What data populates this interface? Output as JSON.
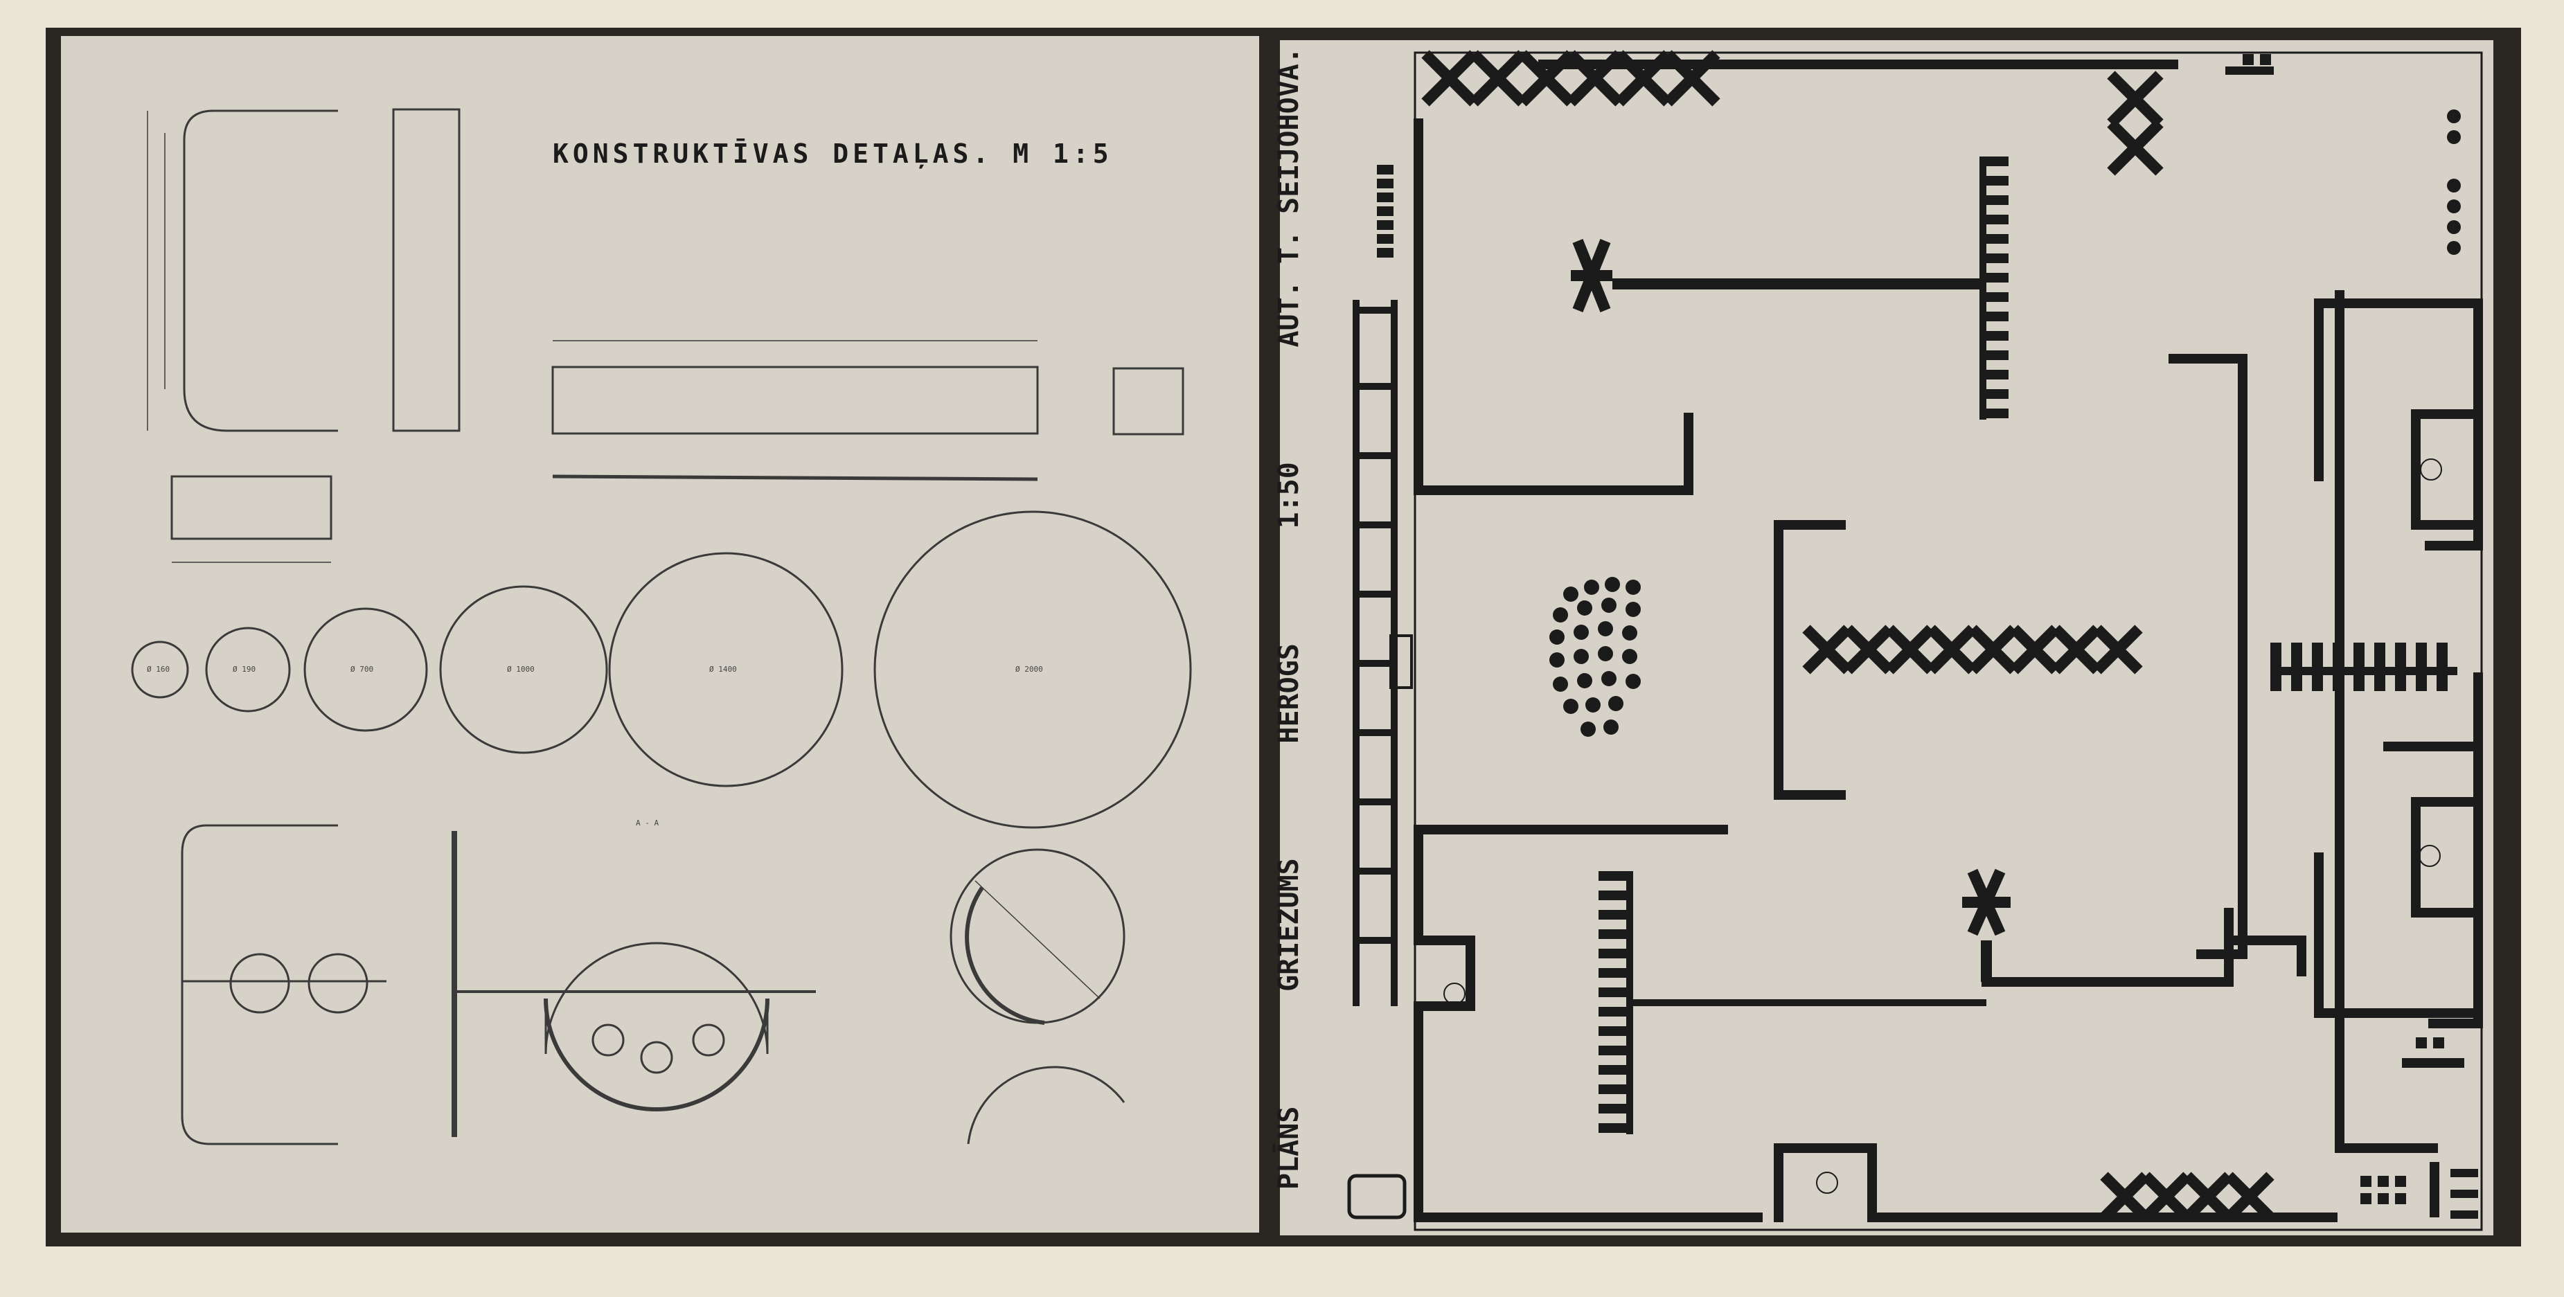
{
  "left_panel": {
    "title": "KONSTRUKTĪVAS DETAĻAS. M 1:5",
    "circle_labels": [
      "Ø 160",
      "Ø 190",
      "Ø 700",
      "Ø 1000",
      "Ø 1400",
      "Ø 2000"
    ],
    "section_label": "A - A"
  },
  "right_panel": {
    "vertical_caption": {
      "plan": "PLĀNS",
      "author_1": "GRIEZUMS",
      "author_2": "HEROGS",
      "scale": "1:50",
      "author_3": "AUT. T. SEIJOHOVA."
    }
  },
  "colors": {
    "paper": "#d6d2c8",
    "ink": "#1b1b1b",
    "mount": "#ebe6d8"
  }
}
